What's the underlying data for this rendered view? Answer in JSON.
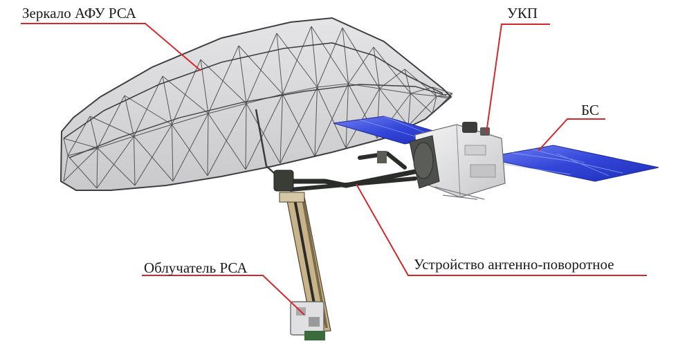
{
  "labels": {
    "reflector": "Зеркало АФУ РСА",
    "ukp": "УКП",
    "solar_panels": "БС",
    "feed": "Облучатель РСА",
    "pointing_device": "Устройство антенно-поворотное"
  },
  "colors": {
    "leader": "#d4262b",
    "truss": "#4a4a4c",
    "mesh_fill": "#b5b5b8",
    "panel": "#2f45d8",
    "body": "#e2e2e4",
    "boom": "#2b2d2a",
    "mast": "#c8b48a"
  }
}
